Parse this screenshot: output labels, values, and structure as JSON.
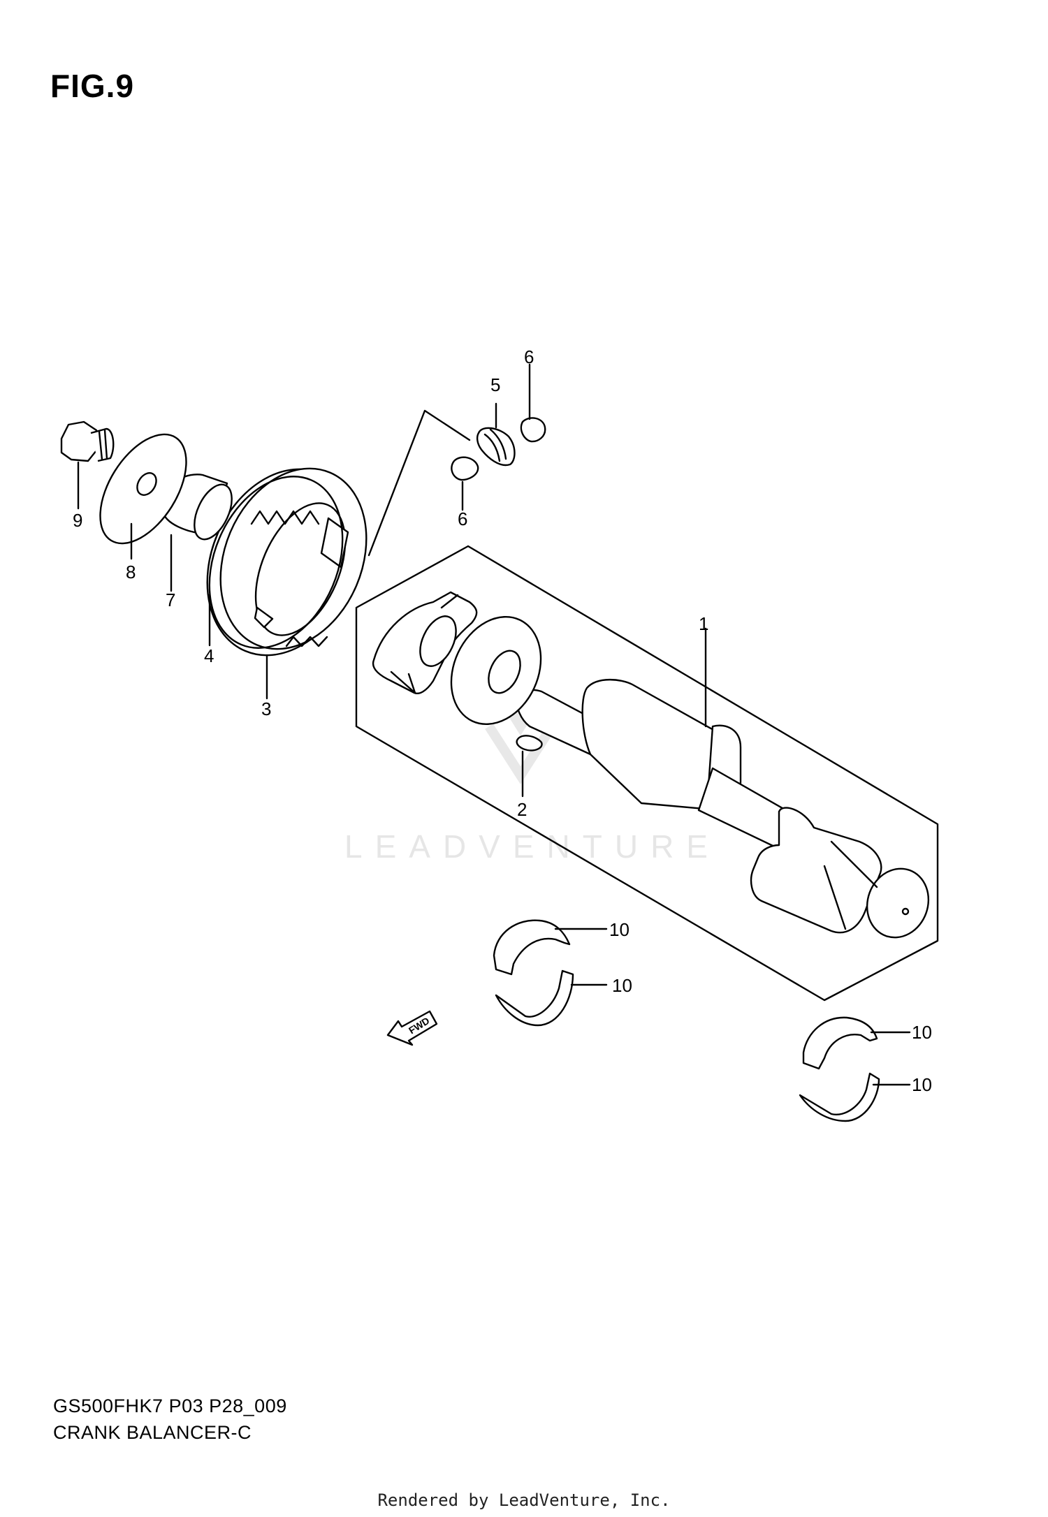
{
  "figure": {
    "title": "FIG.9"
  },
  "callouts": {
    "c1": "1",
    "c2": "2",
    "c3": "3",
    "c4": "4",
    "c5": "5",
    "c6a": "6",
    "c6b": "6",
    "c7": "7",
    "c8": "8",
    "c9": "9",
    "c10a": "10",
    "c10b": "10",
    "c10c": "10",
    "c10d": "10"
  },
  "fwd_label": "FWD",
  "watermark": "LEADVENTURE",
  "footer": {
    "model_code": "GS500FHK7 P03 P28_009",
    "section_name": "CRANK BALANCER-C",
    "rendered_by": "Rendered by LeadVenture, Inc."
  }
}
